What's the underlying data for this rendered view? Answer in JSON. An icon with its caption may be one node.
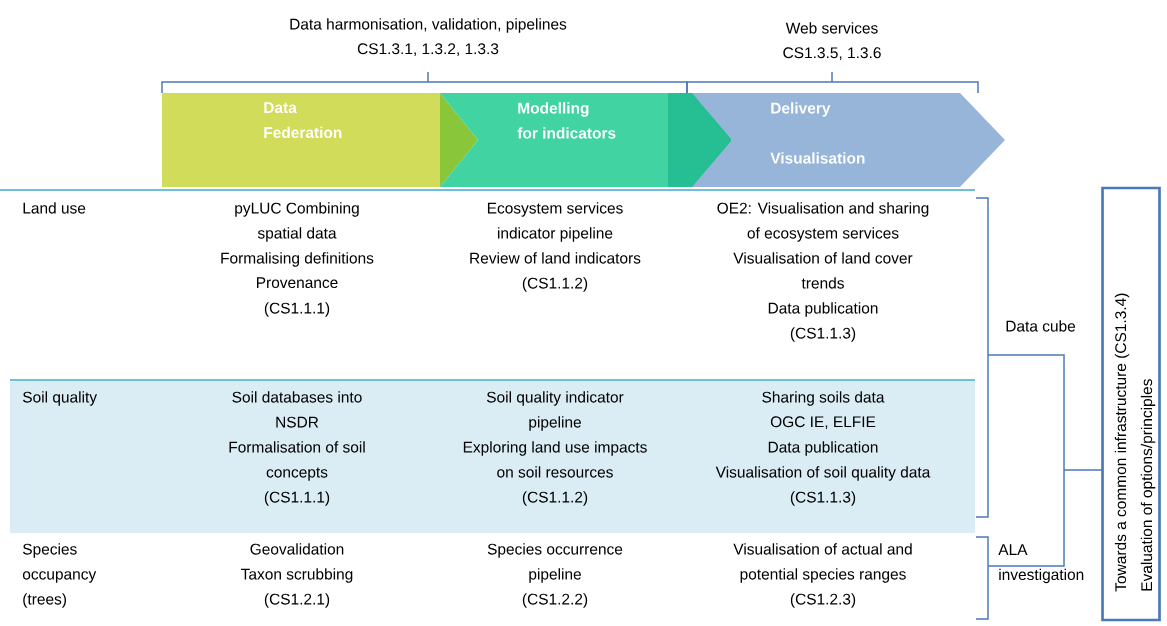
{
  "diagram": {
    "nodes": [
      {
        "text": [
          "Data Federation"
        ]
      },
      {
        "text": [
          "Modelling for indicators"
        ]
      },
      {
        "text": [
          "Delivery",
          "Visualisation"
        ]
      },
      {
        "text": [
          "Towards a common infrastructure (CS1.3.4)",
          "Evaluation of options/principles"
        ]
      }
    ],
    "labels": [
      "Data harmonisation, validation, pipelines",
      "CS1.3.1, 1.3.2, 1.3.3",
      "Web services",
      "CS1.3.5, 1.3.6",
      "Land use",
      "pyLUC Combining spatial data",
      "Formalising definitions",
      "Provenance",
      "(CS1.1.1)",
      "Ecosystem services indicator pipeline",
      "Review of land indicators",
      "(CS1.1.2)",
      "OE2: Visualisation and sharing of ecosystem services",
      "Visualisation of land cover trends",
      "Data publication",
      "(CS1.1.3)",
      "Data cube",
      "Soil quality",
      "Soil databases into NSDR",
      "Formalisation of soil concepts",
      "(CS1.1.1)",
      "Soil quality indicator pipeline",
      "Exploring land use impacts on soil resources",
      "(CS1.1.2)",
      "Sharing soils data",
      "OGC IE, ELFIE",
      "Data publication",
      "Visualisation of soil quality data",
      "(CS1.1.3)",
      "Species occupancy (trees)",
      "Geovalidation",
      "Taxon scrubbing",
      "(CS1.2.1)",
      "Species occurrence pipeline",
      "(CS1.2.2)",
      "Visualisation of actual and potential species ranges",
      "(CS1.2.3)",
      "ALA investigation"
    ]
  }
}
